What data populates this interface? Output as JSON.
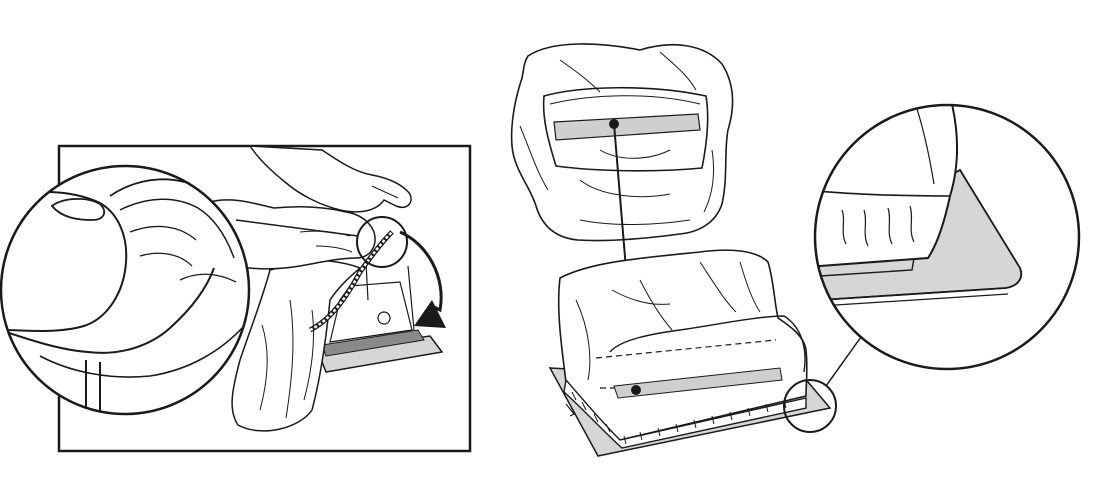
{
  "figure": {
    "panels": [
      {
        "name": "step-fit-cover",
        "description_icons": [
          "hands",
          "elastic-cover",
          "rotate-arrow",
          "magnifier-circle"
        ]
      },
      {
        "name": "step-cover-fitted",
        "description_icons": [
          "open-cover",
          "guide-line",
          "fitted-cover",
          "magnifier-circle"
        ]
      }
    ],
    "colors": {
      "line": "#1a1a1a",
      "gray_fill": "#cfcfcf",
      "plate_fill": "#d6d6d6",
      "background": "#ffffff"
    }
  }
}
